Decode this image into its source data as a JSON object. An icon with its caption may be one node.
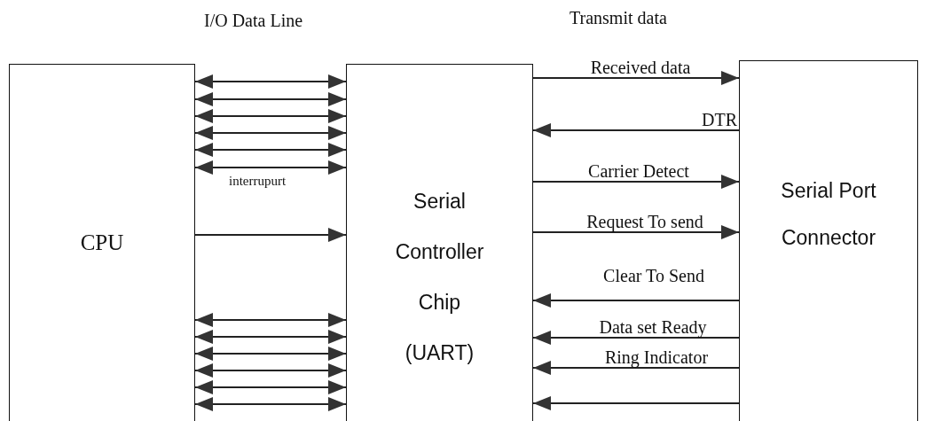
{
  "diagram": {
    "nodes": [
      {
        "text": [
          "CPU"
        ]
      },
      {
        "text": [
          "Serial Controller Chip (UART)"
        ]
      },
      {
        "text": [
          "Serial Port Connector"
        ]
      }
    ],
    "edges": [
      {
        "from": 0,
        "to": 1,
        "arrow": "both"
      },
      {
        "from": 0,
        "to": 1,
        "arrow": "both"
      },
      {
        "from": 0,
        "to": 1,
        "arrow": "both"
      },
      {
        "from": 0,
        "to": 1,
        "arrow": "both"
      },
      {
        "from": 0,
        "to": 1,
        "arrow": "both"
      },
      {
        "from": 0,
        "to": 1,
        "arrow": "both"
      },
      {
        "from": 0,
        "to": 1,
        "arrow": "to"
      },
      {
        "from": 0,
        "to": 1,
        "arrow": "both"
      },
      {
        "from": 0,
        "to": 1,
        "arrow": "both"
      },
      {
        "from": 0,
        "to": 1,
        "arrow": "both"
      },
      {
        "from": 0,
        "to": 1,
        "arrow": "both"
      },
      {
        "from": 0,
        "to": 1,
        "arrow": "both"
      },
      {
        "from": 0,
        "to": 1,
        "arrow": "both"
      },
      {
        "from": 1,
        "to": 2,
        "arrow": "to",
        "label": "Received data"
      },
      {
        "from": 2,
        "to": 1,
        "arrow": "to",
        "label": "DTR"
      },
      {
        "from": 1,
        "to": 2,
        "arrow": "to",
        "label": "Carrier Detect"
      },
      {
        "from": 1,
        "to": 2,
        "arrow": "to",
        "label": "Request To send"
      },
      {
        "from": 2,
        "to": 1,
        "arrow": "to",
        "label": "Clear To Send"
      },
      {
        "from": 2,
        "to": 1,
        "arrow": "to",
        "label": "Data set Ready"
      },
      {
        "from": 2,
        "to": 1,
        "arrow": "to",
        "label": "Ring Indicator"
      },
      {
        "from": 2,
        "to": 1,
        "arrow": "to"
      }
    ],
    "labels": [
      "I/O Data Line",
      "Transmit data",
      "interrupurt"
    ]
  }
}
